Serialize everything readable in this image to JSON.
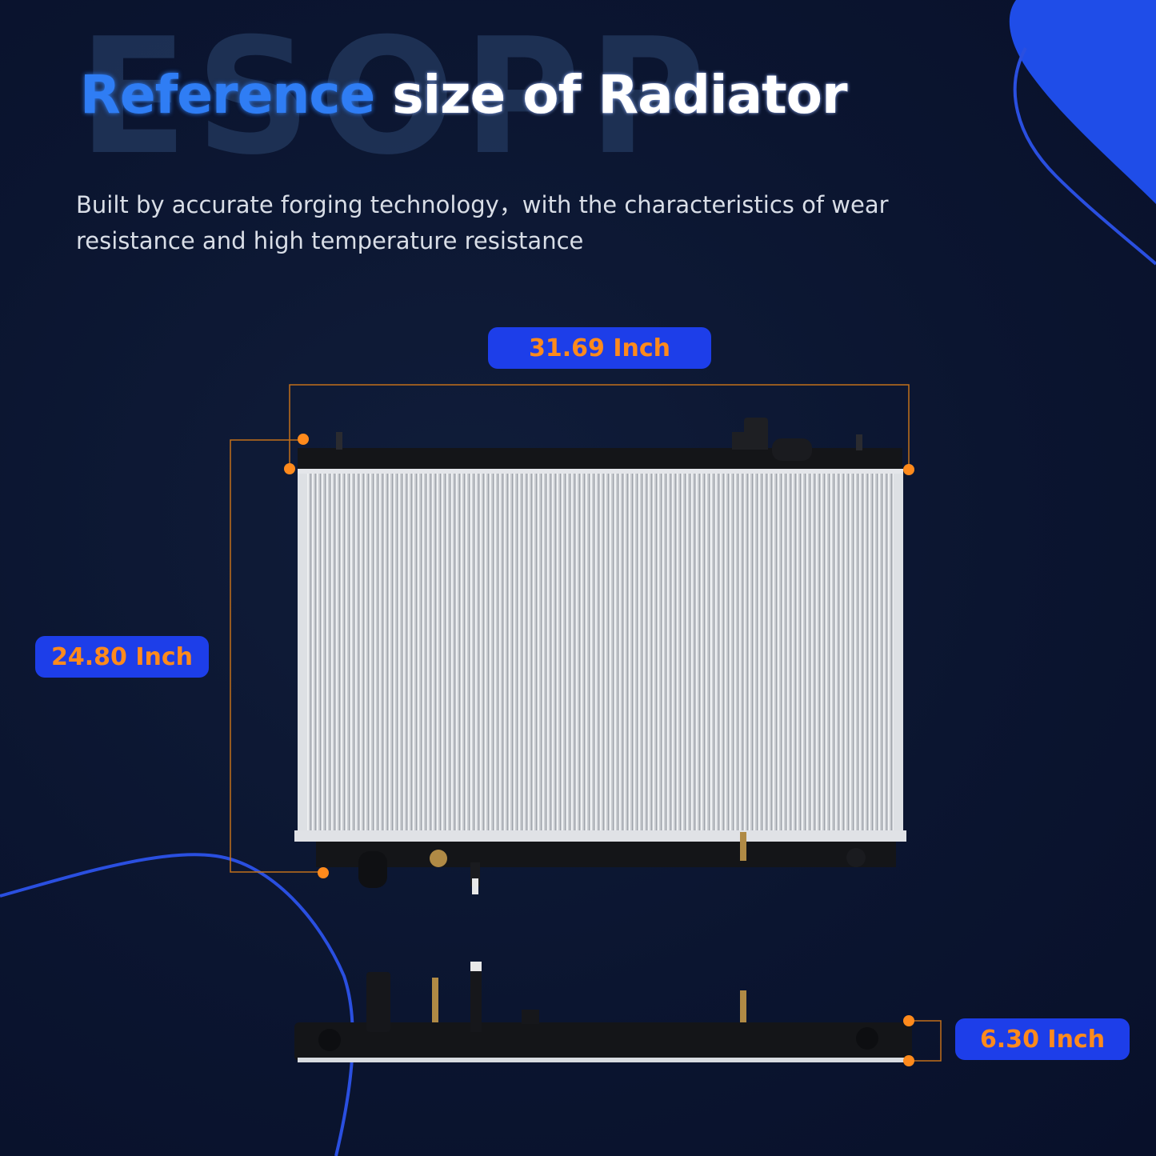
{
  "watermark": "ESOPP",
  "title": {
    "highlight": "Reference",
    "rest": "size of Radiator"
  },
  "subtitle": "Built by accurate forging technology，with the characteristics of wear resistance and high temperature resistance",
  "dimensions": {
    "width": "31.69 Inch",
    "height": "24.80 Inch",
    "depth": "6.30 Inch"
  },
  "colors": {
    "background": "#0b1530",
    "accent_blue": "#1d3ee9",
    "accent_orange": "#ff8a1c"
  }
}
